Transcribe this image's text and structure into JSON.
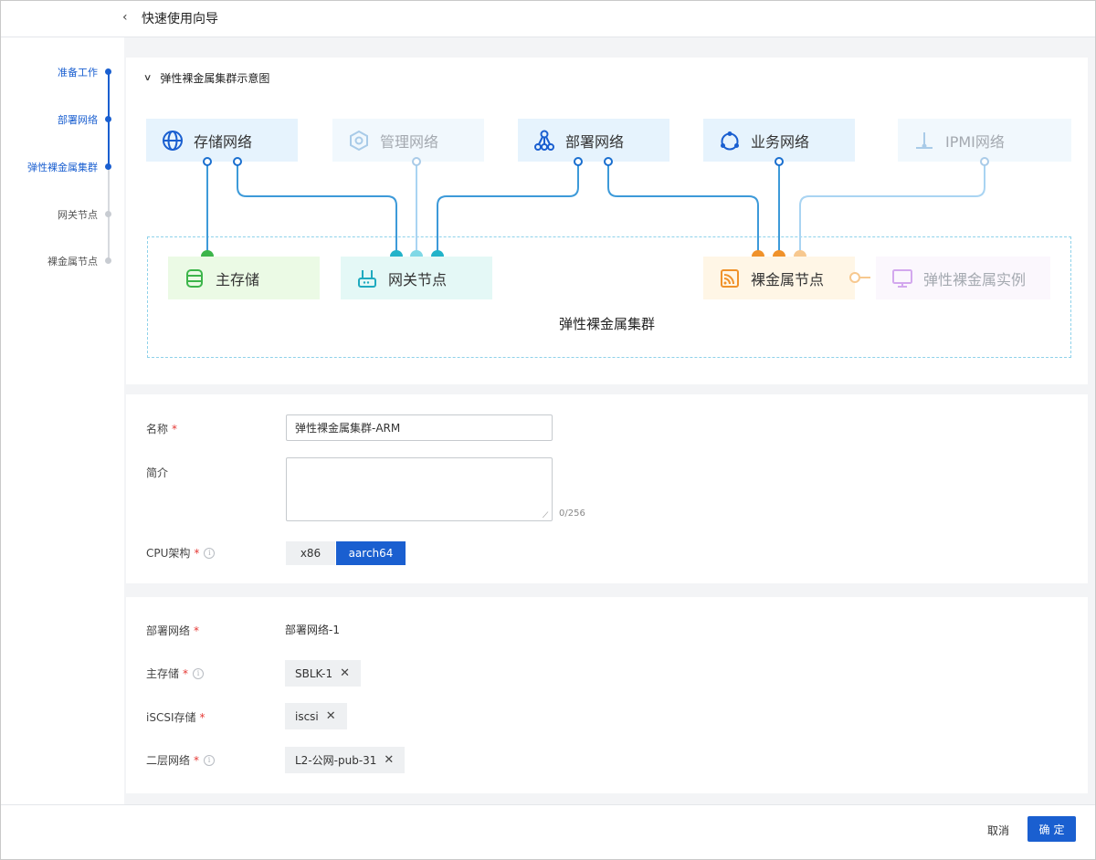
{
  "header": {
    "back_icon": "chevron-left-icon",
    "title": "快速使用向导"
  },
  "steps": [
    {
      "label": "准备工作",
      "state": "done"
    },
    {
      "label": "部署网络",
      "state": "done"
    },
    {
      "label": "弹性裸金属集群",
      "state": "current"
    },
    {
      "label": "网关节点",
      "state": "pending"
    },
    {
      "label": "裸金属节点",
      "state": "pending"
    }
  ],
  "diagram": {
    "title": "弹性裸金属集群示意图",
    "networks": [
      {
        "label": "存储网络",
        "icon": "globe-icon",
        "enabled": true
      },
      {
        "label": "管理网络",
        "icon": "hexagon-icon",
        "enabled": false
      },
      {
        "label": "部署网络",
        "icon": "network-tree-icon",
        "enabled": true
      },
      {
        "label": "业务网络",
        "icon": "triangle-nodes-icon",
        "enabled": true
      },
      {
        "label": "IPMI网络",
        "icon": "ipmi-icon",
        "enabled": false
      }
    ],
    "nodes": [
      {
        "label": "主存储",
        "icon": "database-icon"
      },
      {
        "label": "网关节点",
        "icon": "router-icon"
      },
      {
        "label": "裸金属节点",
        "icon": "cast-icon"
      },
      {
        "label": "弹性裸金属实例",
        "icon": "monitor-icon"
      }
    ],
    "cluster_label": "弹性裸金属集群"
  },
  "form": {
    "name_label": "名称",
    "name_value": "弹性裸金属集群-ARM",
    "desc_label": "简介",
    "desc_value": "",
    "desc_counter": "0/256",
    "cpu_label": "CPU架构",
    "cpu_options": [
      "x86",
      "aarch64"
    ],
    "cpu_selected": "aarch64"
  },
  "resources": {
    "deploy_net_label": "部署网络",
    "deploy_net_value": "部署网络-1",
    "primary_storage_label": "主存储",
    "primary_storage_tag": "SBLK-1",
    "iscsi_label": "iSCSI存储",
    "iscsi_tag": "iscsi",
    "l2_label": "二层网络",
    "l2_tag": "L2-公网-pub-31"
  },
  "footer": {
    "cancel": "取消",
    "confirm": "确定"
  },
  "colors": {
    "primary": "#1a5fd0",
    "required": "#e53935",
    "wire": "#3d9ad9",
    "wire_light": "#a9d4f2",
    "orange": "#f0922b"
  }
}
